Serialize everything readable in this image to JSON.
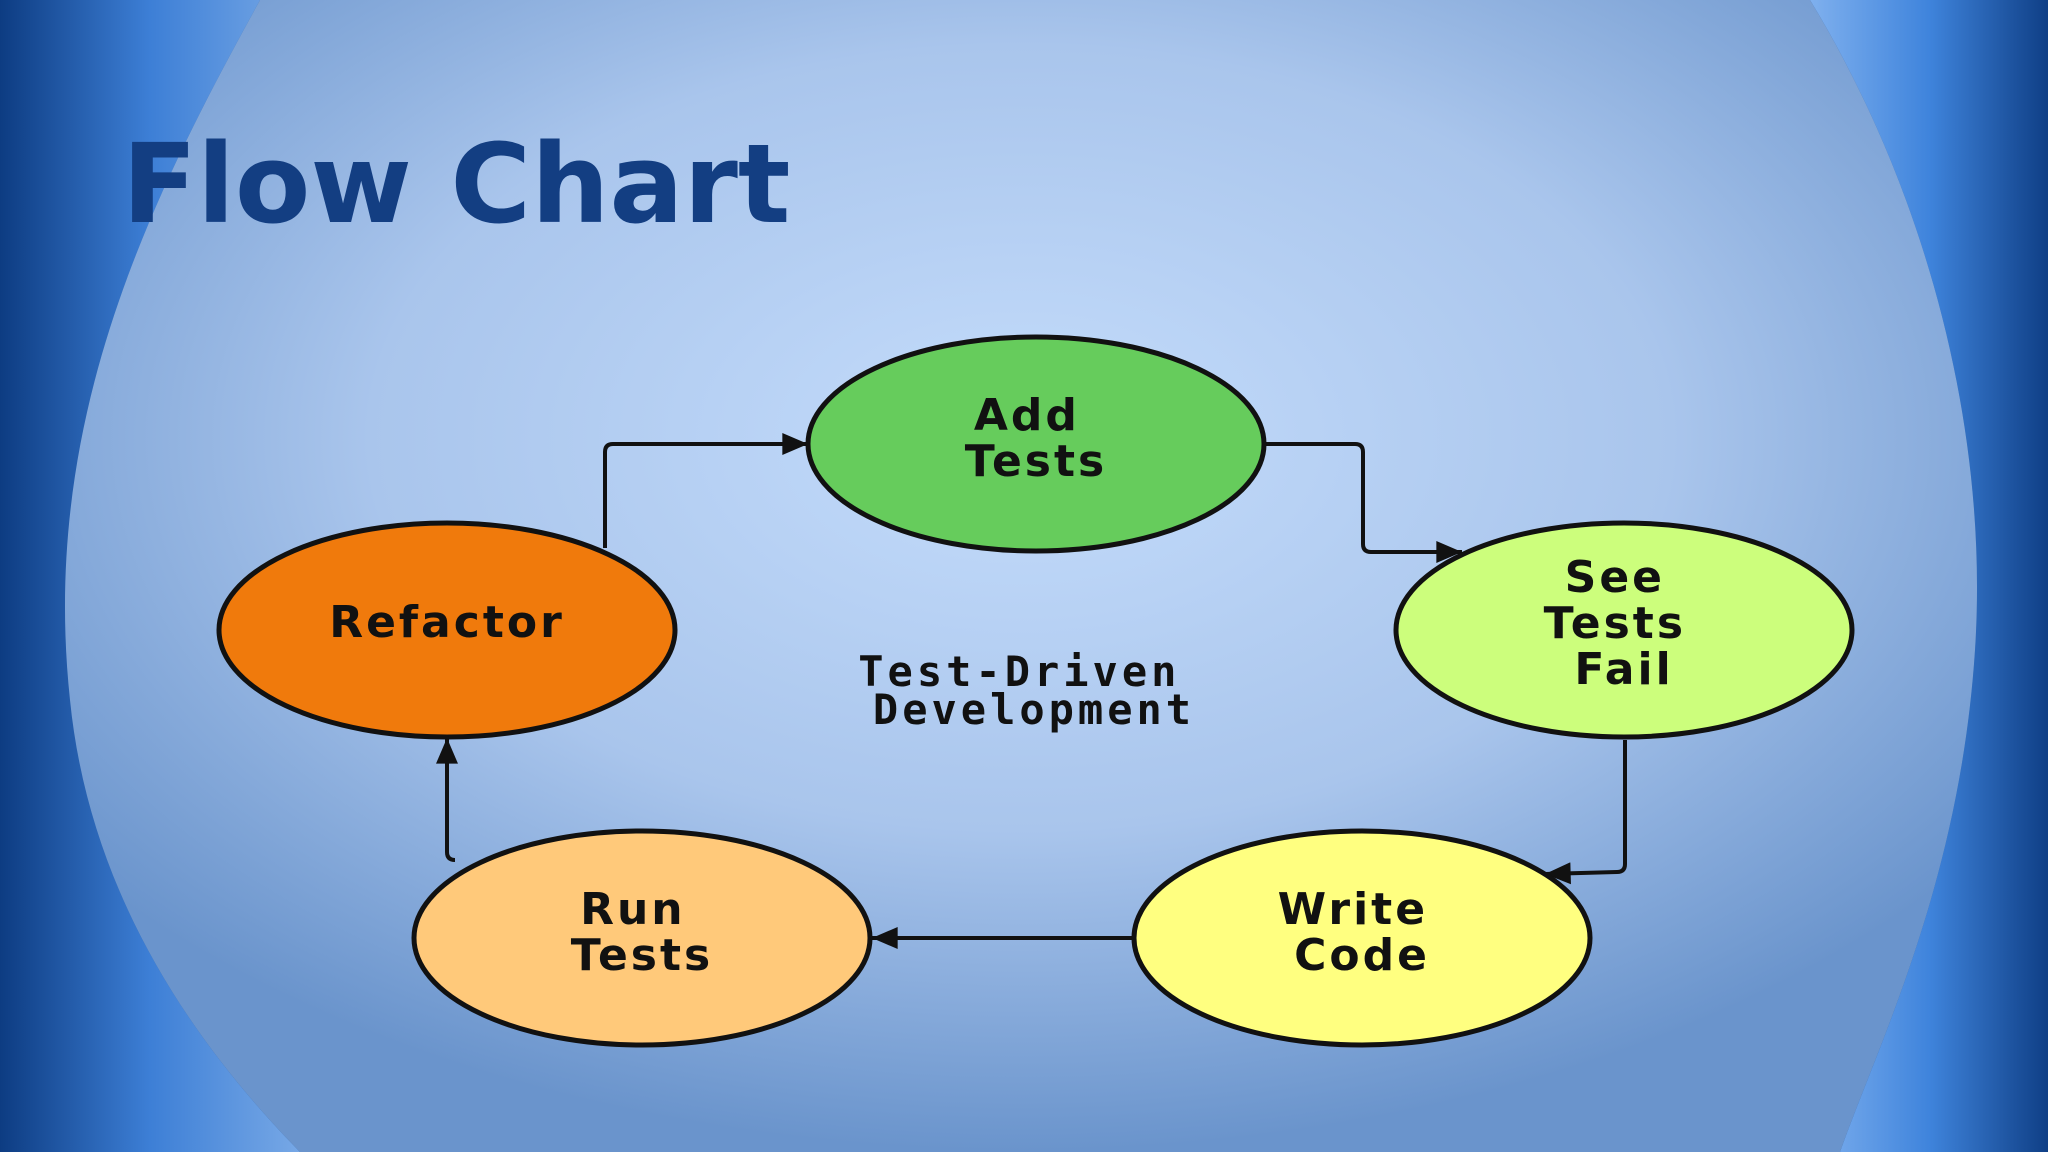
{
  "slide": {
    "title": "Flow Chart",
    "center_text": [
      "Test-Driven",
      "Development"
    ]
  },
  "diagram": {
    "nodes": [
      {
        "id": "add-tests",
        "lines": [
          "Add",
          "Tests"
        ],
        "color": "#66cc5c"
      },
      {
        "id": "see-tests-fail",
        "lines": [
          "See",
          "Tests",
          "Fail"
        ],
        "color": "#ccfe7c"
      },
      {
        "id": "write-code",
        "lines": [
          "Write",
          "Code"
        ],
        "color": "#ffff80"
      },
      {
        "id": "run-tests",
        "lines": [
          "Run",
          "Tests"
        ],
        "color": "#ffc97a"
      },
      {
        "id": "refactor",
        "lines": [
          "Refactor"
        ],
        "color": "#f07a0c"
      }
    ],
    "edges": [
      {
        "from": "add-tests",
        "to": "see-tests-fail"
      },
      {
        "from": "see-tests-fail",
        "to": "write-code"
      },
      {
        "from": "write-code",
        "to": "run-tests"
      },
      {
        "from": "run-tests",
        "to": "refactor"
      },
      {
        "from": "refactor",
        "to": "add-tests"
      }
    ]
  },
  "colors": {
    "title": "#133e82",
    "background_center": "#c4dcfb",
    "background_edge": "#6a94cc",
    "frame": "#1d5aa8"
  }
}
